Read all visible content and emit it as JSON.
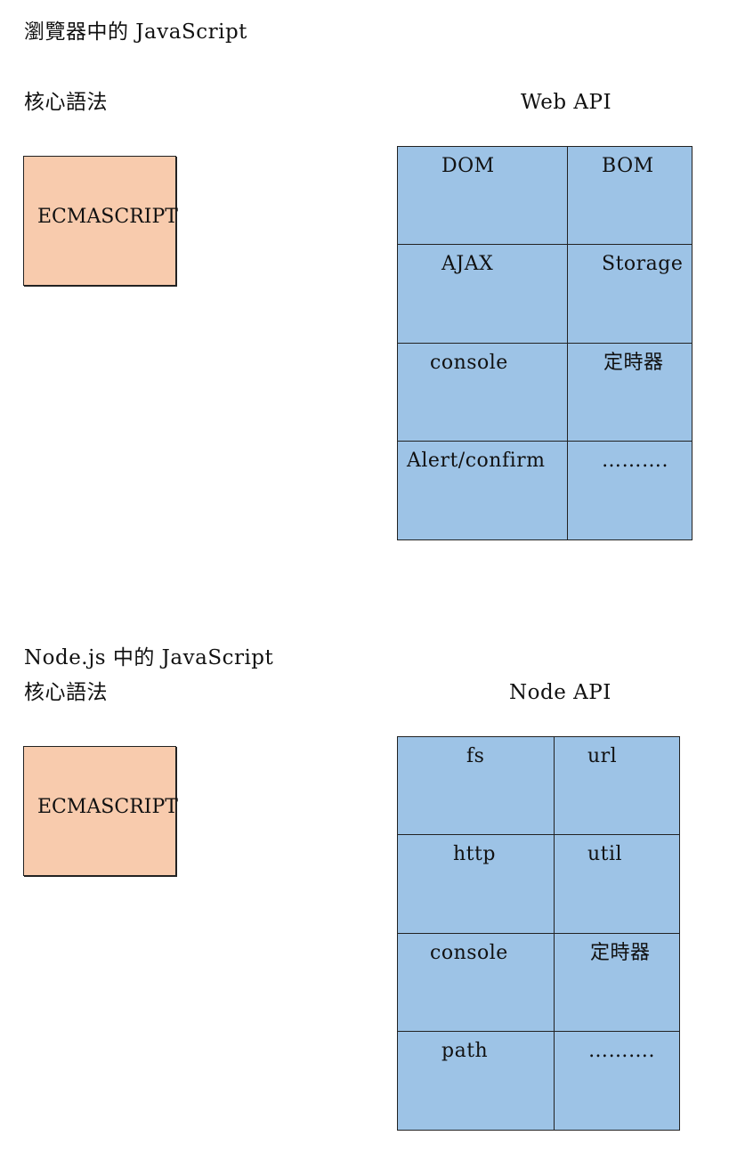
{
  "browser": {
    "title": "瀏覽器中的 JavaScript",
    "core_label": "核心語法",
    "api_label": "Web API",
    "core_box": "ECMASCRIPT",
    "cells": [
      "DOM",
      "BOM",
      "AJAX",
      "Storage",
      "console",
      "定時器",
      "Alert/confirm",
      "………."
    ]
  },
  "node": {
    "title": "Node.js 中的 JavaScript",
    "core_label": "核心語法",
    "api_label": "Node API",
    "core_box": "ECMASCRIPT",
    "cells": [
      "fs",
      "url",
      "http",
      "util",
      "console",
      "定時器",
      "path",
      "………."
    ]
  },
  "colors": {
    "core_fill": "#f8cbad",
    "api_fill": "#9dc3e6",
    "border": "#222222"
  }
}
